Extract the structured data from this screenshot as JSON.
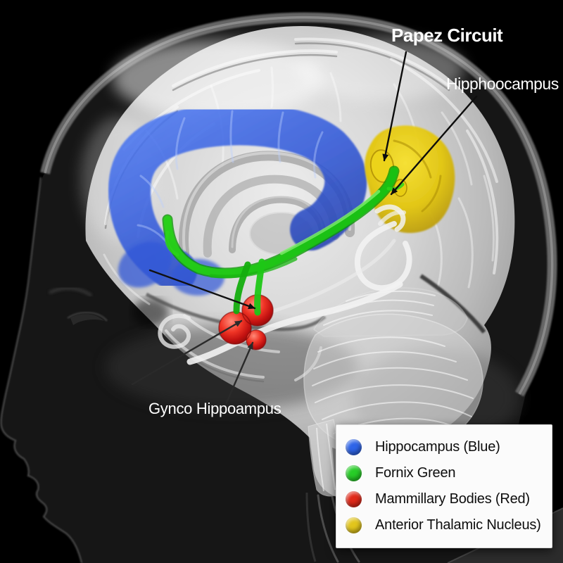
{
  "title": "Papez Circuit",
  "callouts": {
    "hippocampus_region": "Hipphoocampus",
    "mammillary_region": "Gynco Hippoampus"
  },
  "legend": {
    "items": [
      {
        "label": "Hippocampus (Blue)",
        "color": "#2e64e8"
      },
      {
        "label": "Fornix Green",
        "color": "#27cd27"
      },
      {
        "label": "Mammillary Bodies (Red)",
        "color": "#e02818"
      },
      {
        "label": "Anterior Thalamic Nucleus)",
        "color": "#e2c51c"
      }
    ]
  },
  "structure_colors": {
    "background": "#000000",
    "hippocampus_blue": "#3258d8",
    "fornix_green": "#2ed01c",
    "mammillary_red": "#e62318",
    "anterior_thalamic_yellow": "#ddc40c",
    "annotation_line": "#0d0d0d"
  }
}
